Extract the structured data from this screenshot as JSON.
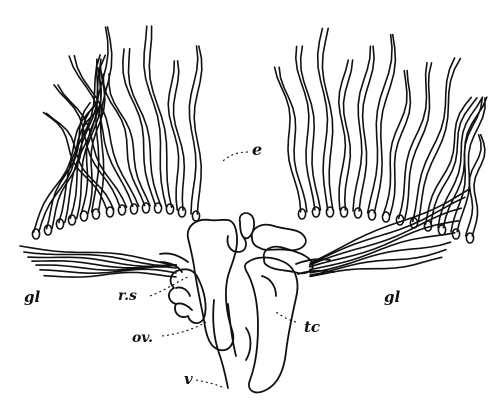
{
  "figure": {
    "ink_color": "#111111",
    "background": "#ffffff",
    "labels": {
      "e": "e",
      "gl_left": "gl",
      "rs": "r.s",
      "ov": "ov.",
      "tc": "tc",
      "v": "v",
      "gl_right": "gl"
    }
  }
}
